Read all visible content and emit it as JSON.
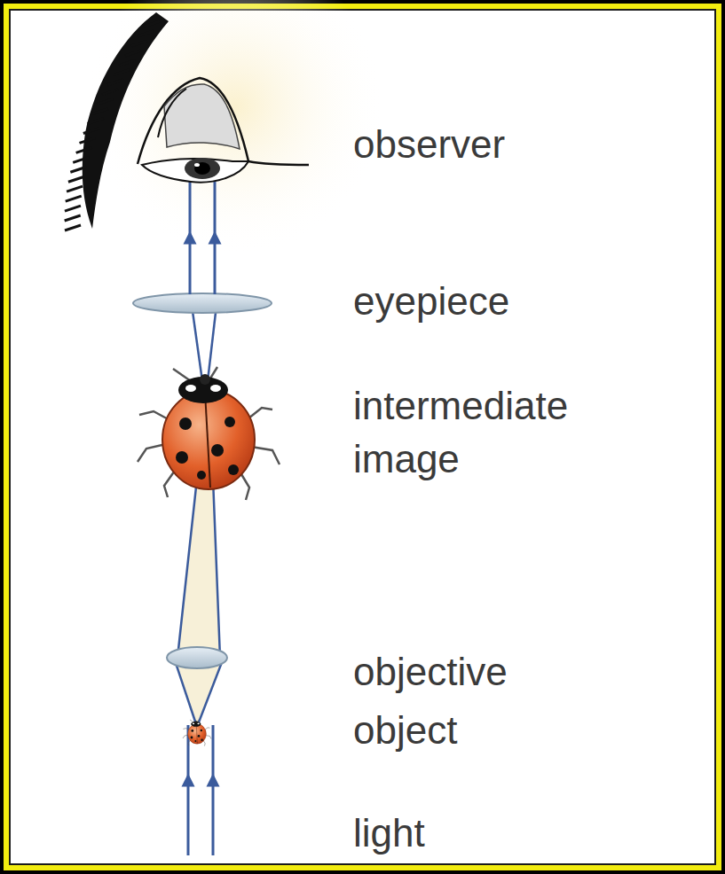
{
  "diagram": {
    "labels": [
      "observer",
      "eyepiece",
      "intermediate image",
      "objective",
      "object",
      "light"
    ]
  }
}
